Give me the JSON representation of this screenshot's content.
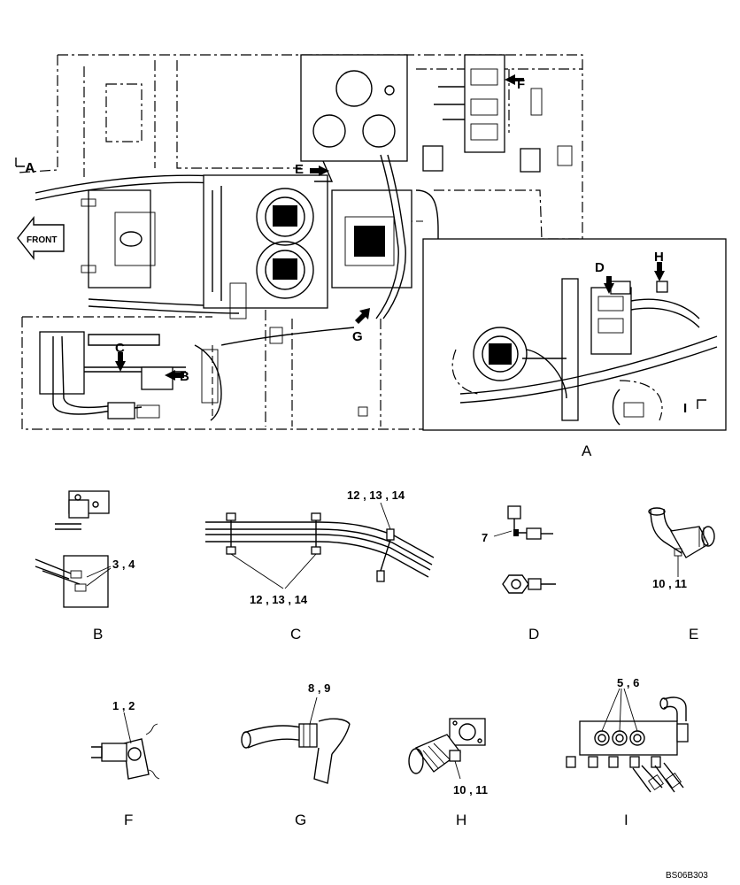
{
  "drawing_id": "BS06B303",
  "main_view": {
    "front_label": "FRONT",
    "section_marker": "A",
    "callouts": {
      "b": "B",
      "c": "C",
      "d": "D",
      "e": "E",
      "f": "F",
      "g": "G",
      "h": "H",
      "i": "I"
    }
  },
  "detail_a": {
    "caption": "A"
  },
  "details": [
    {
      "caption": "B",
      "part_numbers": "3 , 4"
    },
    {
      "caption": "C",
      "part_numbers_top": "12 , 13 , 14",
      "part_numbers_bottom": "12 , 13 , 14"
    },
    {
      "caption": "D",
      "part_numbers": "7"
    },
    {
      "caption": "E",
      "part_numbers": "10 , 11"
    },
    {
      "caption": "F",
      "part_numbers": "1 , 2"
    },
    {
      "caption": "G",
      "part_numbers": "8 , 9"
    },
    {
      "caption": "H",
      "part_numbers": "10 , 11"
    },
    {
      "caption": "I",
      "part_numbers": "5 , 6"
    }
  ]
}
